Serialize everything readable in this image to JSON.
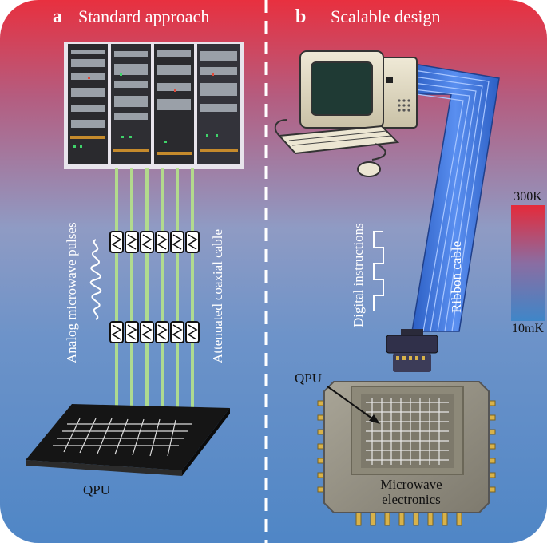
{
  "panel_a": {
    "letter": "a",
    "title": "Standard approach",
    "pulses_label": "Analog microwave pulses",
    "cable_label": "Attenuated coaxial cable",
    "qpu_label": "QPU"
  },
  "panel_b": {
    "letter": "b",
    "title": "Scalable design",
    "instructions_label": "Digital instructions",
    "ribbon_label": "Ribbon cable",
    "qpu_label": "QPU",
    "electronics_line1": "Microwave",
    "electronics_line2": "electronics"
  },
  "scale": {
    "top_label": "300K",
    "bottom_label": "10mK",
    "top_color": "#e52a3a",
    "bottom_color": "#3f86c8"
  }
}
